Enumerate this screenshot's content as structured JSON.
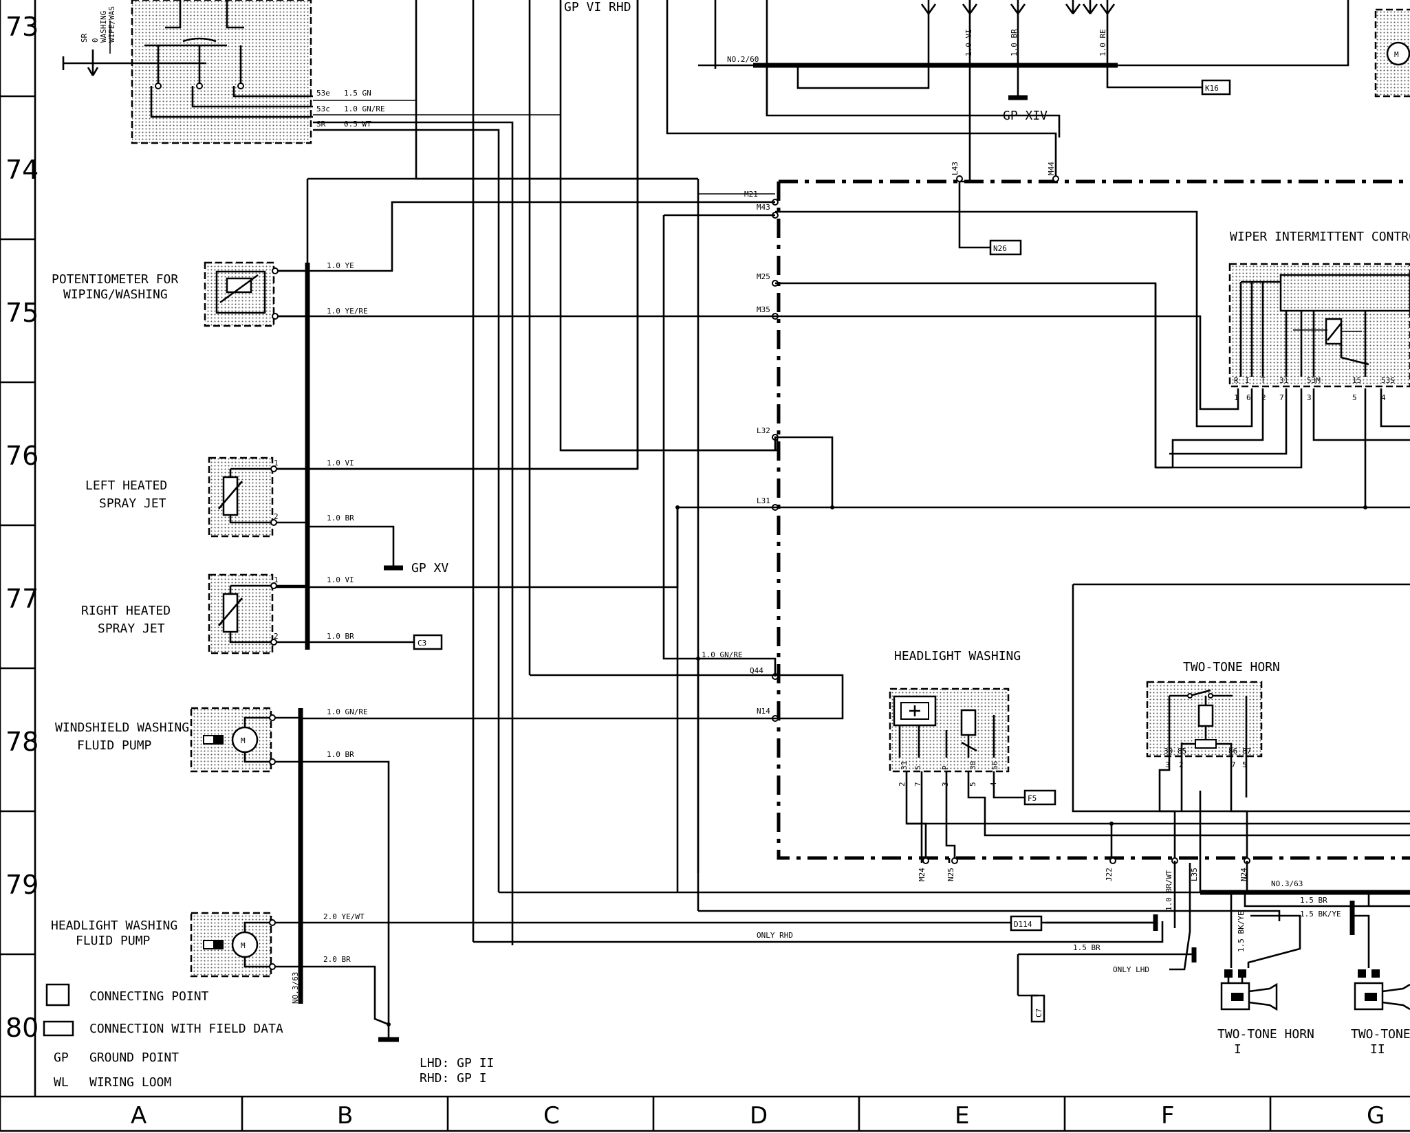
{
  "rows": [
    "73",
    "74",
    "75",
    "76",
    "77",
    "78",
    "79",
    "80"
  ],
  "columns": [
    "A",
    "B",
    "C",
    "D",
    "E",
    "F",
    "G"
  ],
  "components": {
    "potentiometer": [
      "POTENTIOMETER FOR",
      "WIPING/WASHING"
    ],
    "left_jet": [
      "LEFT HEATED",
      "SPRAY JET"
    ],
    "right_jet": [
      "RIGHT HEATED",
      "SPRAY JET"
    ],
    "ws_pump": [
      "WINDSHIELD WASHING",
      "FLUID PUMP"
    ],
    "hl_pump": [
      "HEADLIGHT WASHING",
      "FLUID PUMP"
    ],
    "wiper_relay": "WIPER INTERMITTENT CONTROL R",
    "headlight_washing": "HEADLIGHT WASHING",
    "horn_relay": "TWO-TONE HORN",
    "horn1": [
      "TWO-TONE HORN",
      "I"
    ],
    "horn2": [
      "TWO-TONE",
      "II"
    ],
    "motor_symbol": "M"
  },
  "legend": {
    "connecting_point": "CONNECTING POINT",
    "field_data": "CONNECTION WITH FIELD DATA",
    "gp_abbr": "GP",
    "gp_text": "GROUND POINT",
    "wl_abbr": "WL",
    "wl_text": "WIRING LOOM"
  },
  "footnote": [
    "LHD: GP II",
    "RHD: GP I"
  ],
  "ground_points": {
    "gp_vi_rhd": "GP VI   RHD",
    "gp_xiv": "GP XIV",
    "gp_xv": "GP XV"
  },
  "connectors": [
    "K16",
    "N26",
    "C3",
    "F5",
    "D114",
    "C7"
  ],
  "switch_labels": [
    "SR",
    "0",
    "WASHING",
    "WIPE/WAS"
  ],
  "wire_labels": {
    "w_53e": "1.5 GN",
    "w_53c": "1.0 GN/RE",
    "w_sr": "0.5 WT",
    "t_53e": "53e",
    "t_53c": "53c",
    "t_sr": "SR",
    "pot1": "1.0 YE",
    "pot2": "1.0 YE/RE",
    "lj1": "1.0 VI",
    "lj2": "1.0 BR",
    "rj1": "1.0 VI",
    "rj2": "1.0 BR",
    "wp1": "1.0 GN/RE",
    "wp2": "1.0 BR",
    "hp1": "2.0 YE/WT",
    "hp2": "2.0 BR",
    "no260": "NO.2/60",
    "no363": "NO.3/63",
    "no363b": "NO.3/63",
    "vi_top": "1.0 VI",
    "br_top": "1.0 BR",
    "re_top": "1.0 RE",
    "gnre_d": "1.0 GN/RE",
    "only_rhd": "ONLY RHD",
    "only_lhd": "ONLY LHD",
    "brwt": "1.0 BR/WT",
    "br15": "1.5 BR",
    "br15b": "1.5 BR",
    "bkye": "1.5 BK/YE",
    "bkye2": "1.5 BK/YE"
  },
  "terminals": [
    "M21",
    "M43",
    "M25",
    "M35",
    "L32",
    "L31",
    "Q44",
    "N14",
    "L43",
    "M44",
    "M24",
    "N25",
    "J22",
    "L35",
    "N24"
  ],
  "relay_pins_top": [
    "R",
    "I",
    "T",
    "31",
    "53M",
    "15",
    "53S"
  ],
  "relay_pins_bottom": [
    "1",
    "6",
    "2",
    "7",
    "3",
    "5",
    "4"
  ],
  "hw_pins": [
    "31",
    "S",
    "P",
    "30",
    "56"
  ],
  "hw_pins_bottom": [
    "2",
    "7",
    "3",
    "5",
    "4"
  ],
  "horn_pins": [
    "30",
    "85",
    "86",
    "87"
  ],
  "horn_pins_bottom": [
    "3",
    "2",
    "7",
    "5"
  ],
  "pin_nums": [
    "1",
    "2"
  ]
}
